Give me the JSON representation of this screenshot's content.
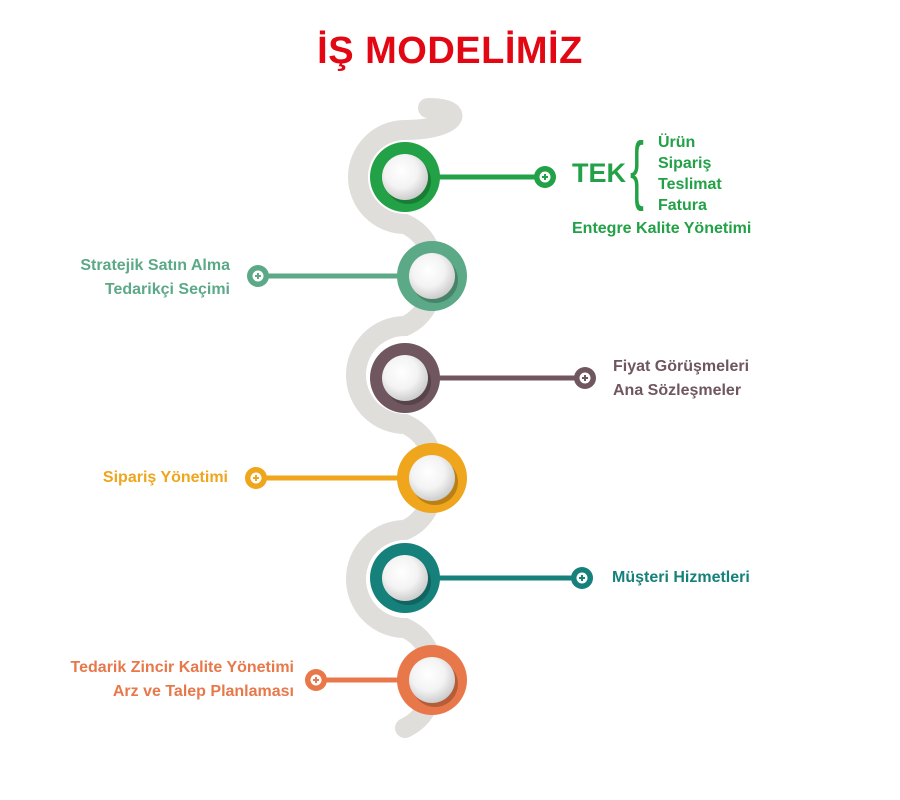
{
  "title": "İŞ MODELİMİZ",
  "colors": {
    "title": "#e30613",
    "path": "#e0dedb",
    "green": "#22a146",
    "sage": "#5ba987",
    "mauve": "#70565f",
    "gold": "#efa51c",
    "teal": "#16807a",
    "orange": "#e8784a"
  },
  "tek": {
    "word": "TEK",
    "items": [
      "Ürün",
      "Sipariş",
      "Teslimat",
      "Fatura"
    ],
    "subtitle": "Entegre Kalite Yönetimi"
  },
  "steps": [
    {
      "side": "right",
      "color": "green",
      "lines": []
    },
    {
      "side": "left",
      "color": "sage",
      "lines": [
        "Stratejik Satın Alma",
        "Tedarikçi Seçimi"
      ]
    },
    {
      "side": "right",
      "color": "mauve",
      "lines": [
        "Fiyat Görüşmeleri",
        "Ana Sözleşmeler"
      ]
    },
    {
      "side": "left",
      "color": "gold",
      "lines": [
        "Sipariş Yönetimi"
      ]
    },
    {
      "side": "right",
      "color": "teal",
      "lines": [
        "Müşteri Hizmetleri"
      ]
    },
    {
      "side": "left",
      "color": "orange",
      "lines": [
        "Tedarik Zincir Kalite Yönetimi",
        "Arz ve Talep Planlaması"
      ]
    }
  ],
  "icons": {
    "connector_end": "plus-icon"
  }
}
